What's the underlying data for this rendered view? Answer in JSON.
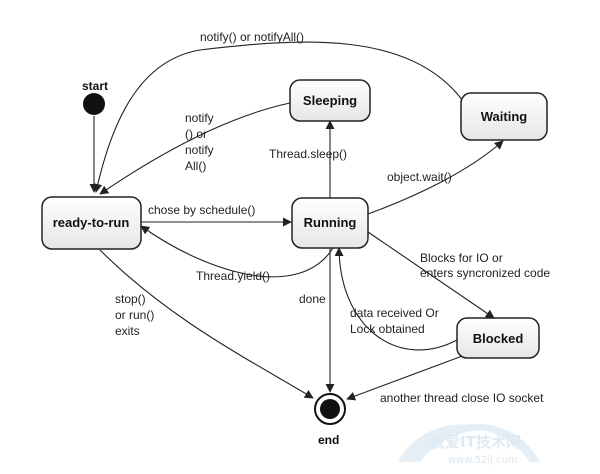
{
  "start_label": "start",
  "end_label": "end",
  "states": {
    "ready": "ready-to-run",
    "running": "Running",
    "sleeping": "Sleeping",
    "waiting": "Waiting",
    "blocked": "Blocked"
  },
  "transitions": {
    "notify_all_top": "notify() or notifyAll()",
    "notify_left": [
      "notify",
      "() or",
      "notify",
      "All()"
    ],
    "thread_sleep": "Thread.sleep()",
    "object_wait": "object.wait()",
    "chose_by_schedule": "chose by schedule()",
    "thread_yield": "Thread.yield()",
    "blocks_for_io": [
      "Blocks for IO or",
      "enters syncronized code"
    ],
    "data_received": [
      "data received Or",
      "Lock obtained"
    ],
    "done": "done",
    "stop_run_exits": [
      "stop()",
      "or run()",
      "exits"
    ],
    "another_thread": "another thread close IO socket"
  },
  "watermark": {
    "line1": "我爱IT技术网",
    "line2": "www.52ij.com"
  },
  "colors": {
    "node_fill": "#f2f2f2",
    "node_stroke": "#222222",
    "line": "#222222",
    "watermark": "#dce8f1"
  }
}
